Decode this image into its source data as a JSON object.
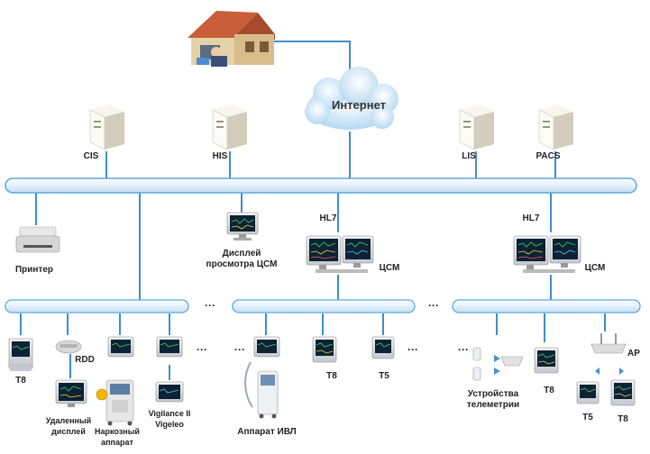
{
  "colors": {
    "bus_fill": "#e6f1fa",
    "bus_stroke": "#5aa9dc",
    "link": "#3b8fd0",
    "cloud": "#cfe6f7",
    "server": "#ece8dc",
    "monitor_screen": "#0d2235"
  },
  "nodes": {
    "internet": "Интернет",
    "cis": "CIS",
    "his": "HIS",
    "lis": "LIS",
    "pacs": "PACS",
    "printer": "Принтер",
    "display_line1": "Дисплей",
    "display_line2": "просмотра ЦСМ",
    "hl7_left": "HL7",
    "csm_left": "ЦСМ",
    "hl7_right": "HL7",
    "csm_right": "ЦСМ",
    "t8_a": "T8",
    "rdd": "RDD",
    "remote_line1": "Удаленный",
    "remote_line2": "дисплей",
    "anest_line1": "Наркозный",
    "anest_line2": "аппарат",
    "vigilance_line1": "Vigilance II",
    "vigilance_line2": "Vigeleo",
    "ventilator": "Аппарат ИВЛ",
    "t8_b": "T8",
    "t5_a": "T5",
    "telemetry_line1": "Устройства",
    "telemetry_line2": "телеметрии",
    "t8_c": "T8",
    "ap": "AP",
    "t5_b": "T5",
    "t8_d": "T8"
  },
  "ellipses": {
    "e1": "···",
    "e2": "···",
    "e3": "···",
    "e4": "···",
    "e5": "···",
    "e6": "···",
    "e7": "···"
  }
}
